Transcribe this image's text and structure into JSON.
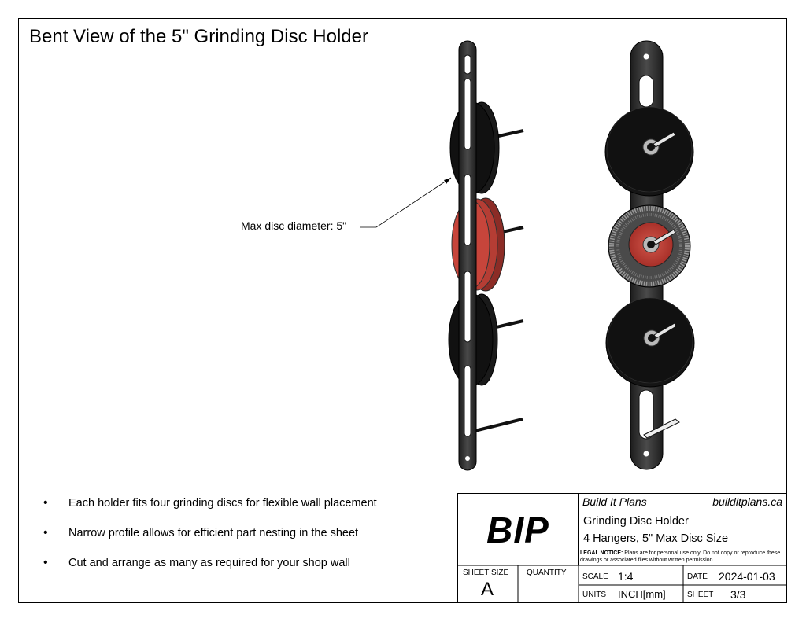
{
  "title": "Bent View of the 5\" Grinding Disc Holder",
  "callout": "Max disc diameter: 5\"",
  "bullets": [
    "Each holder fits four grinding discs for flexible wall placement",
    "Narrow profile allows for efficient part nesting in the sheet",
    "Cut and arrange as many as required for your shop wall"
  ],
  "title_block": {
    "logo": "BIP",
    "brand": "Build It Plans",
    "url": "buildитplans.ca",
    "description_line1": "Grinding Disc Holder",
    "description_line2": "4 Hangers, 5\" Max Disc Size",
    "legal_label": "LEGAL NOTICE:",
    "legal_text": "Plans are for personal use only. Do not copy or reproduce these drawings or associated files without written permission.",
    "sheet_size_label": "SHEET SIZE",
    "sheet_size": "A",
    "quantity_label": "QUANTITY",
    "quantity": "",
    "scale_label": "SCALE",
    "scale": "1:4",
    "date_label": "DATE",
    "date": "2024-01-03",
    "units_label": "UNITS",
    "units": "INCH[mm]",
    "sheet_label": "SHEET",
    "sheet": "3/3"
  },
  "colors": {
    "disc_black": "#111111",
    "disc_red": "#c7453b",
    "bracket": "#2a2a2a",
    "hub_metal": "#b9b9b9"
  }
}
